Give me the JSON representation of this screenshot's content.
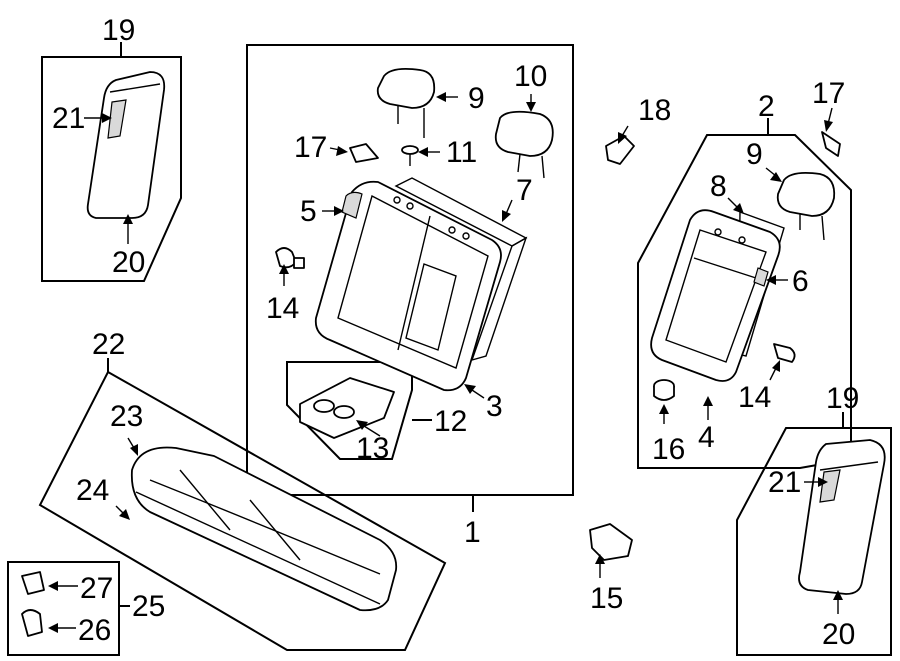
{
  "diagram": {
    "background": "#ffffff",
    "ink": "#000000",
    "callouts": {
      "c1": "1",
      "c2": "2",
      "c3": "3",
      "c4": "4",
      "c5": "5",
      "c6": "6",
      "c7": "7",
      "c8": "8",
      "c9a": "9",
      "c9b": "9",
      "c10": "10",
      "c11": "11",
      "c12": "12",
      "c13": "13",
      "c14a": "14",
      "c14b": "14",
      "c15": "15",
      "c16": "16",
      "c17a": "17",
      "c17b": "17",
      "c18": "18",
      "c19a": "19",
      "c19b": "19",
      "c20a": "20",
      "c20b": "20",
      "c21a": "21",
      "c21b": "21",
      "c22": "22",
      "c23": "23",
      "c24": "24",
      "c25": "25",
      "c26": "26",
      "c27": "27"
    }
  }
}
